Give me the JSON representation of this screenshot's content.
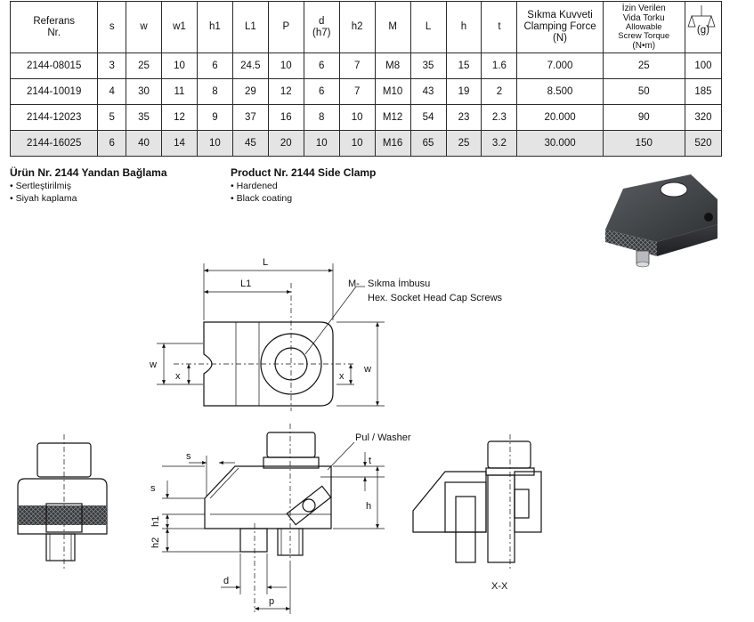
{
  "table": {
    "headers": [
      {
        "key": "ref",
        "lines": [
          "Referans",
          "Nr."
        ]
      },
      {
        "key": "s",
        "lines": [
          "s"
        ]
      },
      {
        "key": "w",
        "lines": [
          "w"
        ]
      },
      {
        "key": "w1",
        "lines": [
          "w1"
        ]
      },
      {
        "key": "h1",
        "lines": [
          "h1"
        ]
      },
      {
        "key": "L1",
        "lines": [
          "L1"
        ]
      },
      {
        "key": "P",
        "lines": [
          "P"
        ]
      },
      {
        "key": "d",
        "lines": [
          "d",
          "(h7)"
        ]
      },
      {
        "key": "h2",
        "lines": [
          "h2"
        ]
      },
      {
        "key": "M",
        "lines": [
          "M"
        ]
      },
      {
        "key": "L",
        "lines": [
          "L"
        ]
      },
      {
        "key": "h",
        "lines": [
          "h"
        ]
      },
      {
        "key": "t",
        "lines": [
          "t"
        ]
      },
      {
        "key": "force",
        "lines": [
          "Sıkma Kuvveti",
          "Clamping Force",
          "(N)"
        ]
      },
      {
        "key": "torque",
        "lines": [
          "İzin Verilen",
          "Vida Torku",
          "Allowable",
          "Screw Torque",
          "(N•m)"
        ]
      },
      {
        "key": "weight",
        "lines": [
          "(g)"
        ]
      }
    ],
    "rows": [
      [
        "2144-08015",
        "3",
        "25",
        "10",
        "6",
        "24.5",
        "10",
        "6",
        "7",
        "M8",
        "35",
        "15",
        "1.6",
        "7.000",
        "25",
        "100"
      ],
      [
        "2144-10019",
        "4",
        "30",
        "11",
        "8",
        "29",
        "12",
        "6",
        "7",
        "M10",
        "43",
        "19",
        "2",
        "8.500",
        "50",
        "185"
      ],
      [
        "2144-12023",
        "5",
        "35",
        "12",
        "9",
        "37",
        "16",
        "8",
        "10",
        "M12",
        "54",
        "23",
        "2.3",
        "20.000",
        "90",
        "320"
      ],
      [
        "2144-16025",
        "6",
        "40",
        "14",
        "10",
        "45",
        "20",
        "10",
        "10",
        "M16",
        "65",
        "25",
        "3.2",
        "30.000",
        "150",
        "520"
      ]
    ]
  },
  "desc_tr": {
    "title": "Ürün Nr. 2144 Yandan Bağlama",
    "bullets": [
      "• Sertleştirilmiş",
      "• Siyah kaplama"
    ]
  },
  "desc_en": {
    "title": "Product Nr. 2144 Side Clamp",
    "bullets": [
      "• Hardened",
      "• Black coating"
    ]
  },
  "drawing": {
    "dim_L": "L",
    "dim_L1": "L1",
    "dim_w": "w",
    "dim_x": "x",
    "screw_label_prefix": "M-",
    "screw_label_tr": "Sıkma İmbusu",
    "screw_label_en": "Hex. Socket Head Cap Screws",
    "washer_label": "Pul / Washer",
    "dim_s": "s",
    "dim_t": "t",
    "dim_h": "h",
    "dim_h1": "h1",
    "dim_h2": "h2",
    "dim_d": "d",
    "dim_p": "p",
    "section_label": "X-X"
  }
}
